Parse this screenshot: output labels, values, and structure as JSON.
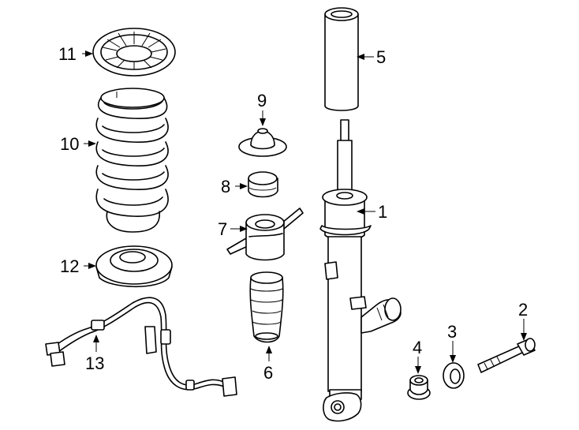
{
  "callouts": [
    {
      "id": "p1",
      "label": "1"
    },
    {
      "id": "p2",
      "label": "2"
    },
    {
      "id": "p3",
      "label": "3"
    },
    {
      "id": "p4",
      "label": "4"
    },
    {
      "id": "p5",
      "label": "5"
    },
    {
      "id": "p6",
      "label": "6"
    },
    {
      "id": "p7",
      "label": "7"
    },
    {
      "id": "p8",
      "label": "8"
    },
    {
      "id": "p9",
      "label": "9"
    },
    {
      "id": "p10",
      "label": "10"
    },
    {
      "id": "p11",
      "label": "11"
    },
    {
      "id": "p12",
      "label": "12"
    },
    {
      "id": "p13",
      "label": "13"
    }
  ],
  "colors": {
    "line": "#000000",
    "background": "#ffffff"
  }
}
